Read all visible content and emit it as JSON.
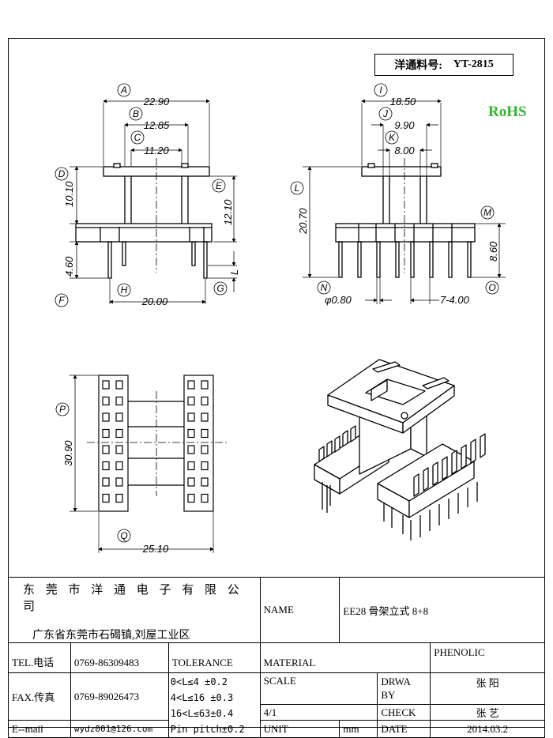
{
  "part_label": "洋通料号:",
  "part_number": "YT-2815",
  "rohs": "RoHS",
  "front_view": {
    "A": "A",
    "dim_A": "22.90",
    "B": "B",
    "dim_B": "12.85",
    "C": "C",
    "dim_C": "11.20",
    "D": "D",
    "dim_D": "10.10",
    "E": "E",
    "dim_E": "12.10",
    "F": "F",
    "dim_F": "4.60",
    "G": "G",
    "dim_L": "L",
    "H": "H",
    "dim_H": "20.00"
  },
  "side_view": {
    "I": "I",
    "dim_I": "18.50",
    "J": "J",
    "dim_J": "9.90",
    "K": "K",
    "dim_K": "8.00",
    "L": "L",
    "dim_L": "20.70",
    "M": "M",
    "dim_M": "8.60",
    "N": "N",
    "dim_N": "φ0.80",
    "O": "O",
    "dim_O": "7-4.00"
  },
  "bottom_view": {
    "P": "P",
    "dim_P": "30.90",
    "Q": "Q",
    "dim_Q": "25.10"
  },
  "title_block": {
    "company": "东 莞 市 洋 通 电 子 有 限 公 司",
    "address": "广东省东莞市石碣镇,刘屋工业区",
    "name_label": "NAME",
    "name_value": "EE28 骨架立式 8+8",
    "tel_label": "TEL.电话",
    "tel_value": "0769-86309483",
    "fax_label": "FAX.传真",
    "fax_value": "0769-89026473",
    "email_label": "E--mail",
    "email_value": "wydz001@126.com",
    "tolerance_label": "TOLERANCE",
    "tol1": "0<L≤4   ±0.2",
    "tol2": "4<L≤16  ±0.3",
    "tol3": "16<L≤63±0.4",
    "tol4": "Pin pitch±0.2",
    "material_label": "MATERIAL",
    "material_value": "PHENOLIC",
    "scale_label": "SCALE",
    "scale_value": "4/1",
    "drwa_label": "DRWA",
    "by_label": "BY",
    "drwa_value": "张 阳",
    "check_label": "CHECK",
    "check_value": "张 艺",
    "unit_label": "UNIT",
    "unit_value": "mm",
    "date_label": "DATE",
    "date_value": "2014.03.2"
  }
}
